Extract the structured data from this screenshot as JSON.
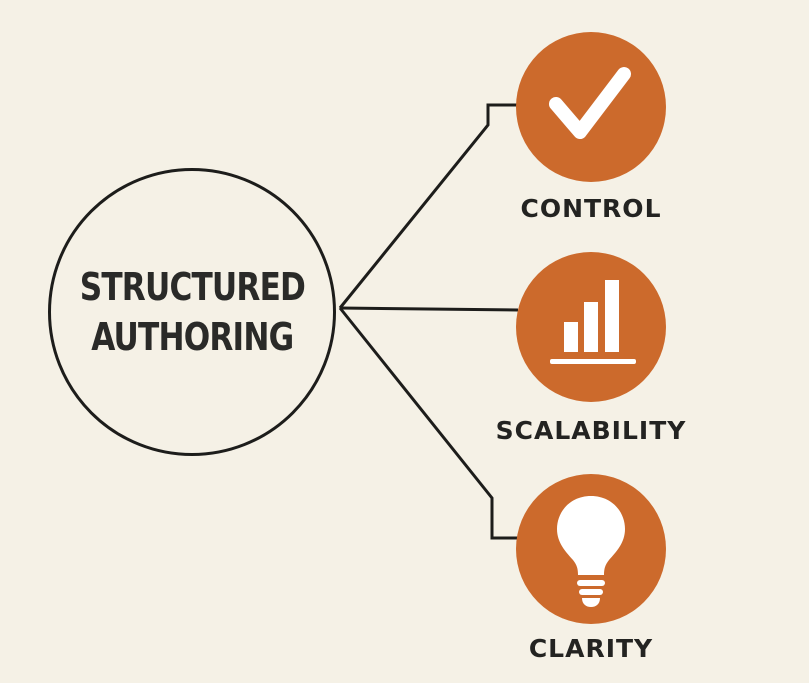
{
  "hub": {
    "line1": "STRUCTURED",
    "line2": "AUTHORING"
  },
  "nodes": [
    {
      "label": "CONTROL",
      "icon": "checkmark-icon"
    },
    {
      "label": "SCALABILITY",
      "icon": "bar-chart-icon"
    },
    {
      "label": "CLARITY",
      "icon": "lightbulb-icon"
    }
  ],
  "colors": {
    "background": "#f5f1e6",
    "accent": "#cc6a2c",
    "ink": "#1d1d1b",
    "icon": "#ffffff"
  }
}
